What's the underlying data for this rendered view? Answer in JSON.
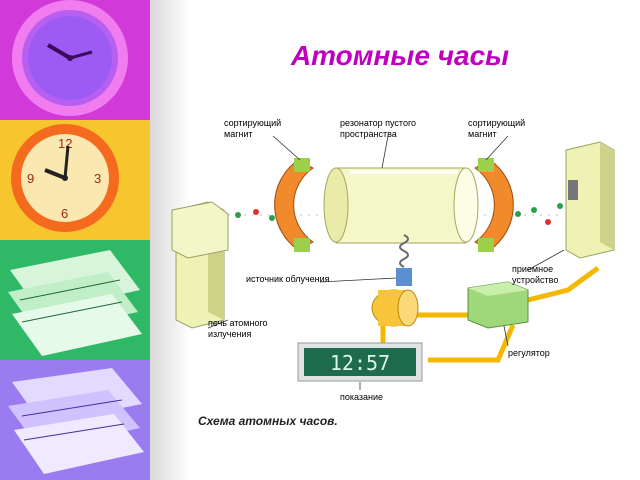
{
  "title": "Атомные часы",
  "diagram": {
    "labels": {
      "sorting_magnet_left": [
        "сортирующий",
        "магнит"
      ],
      "cavity_resonator": [
        "резонатор пустого",
        "пространства"
      ],
      "sorting_magnet_right": [
        "сортирующий",
        "магнит"
      ],
      "radiation_source": "источник облучения",
      "receiver": [
        "приемное",
        "устройство"
      ],
      "atomic_oven": [
        "печь атомного",
        "излучения"
      ],
      "regulator": "регулятор",
      "readout": "показание"
    },
    "display_time": "12:57",
    "caption": "Схема атомных часов.",
    "colors": {
      "title": "#c000c0",
      "display": "#1e6b4d",
      "wire": "#f5b800"
    }
  },
  "side_images": [
    "purple-clock",
    "orange-clock",
    "green-papers",
    "violet-papers"
  ]
}
